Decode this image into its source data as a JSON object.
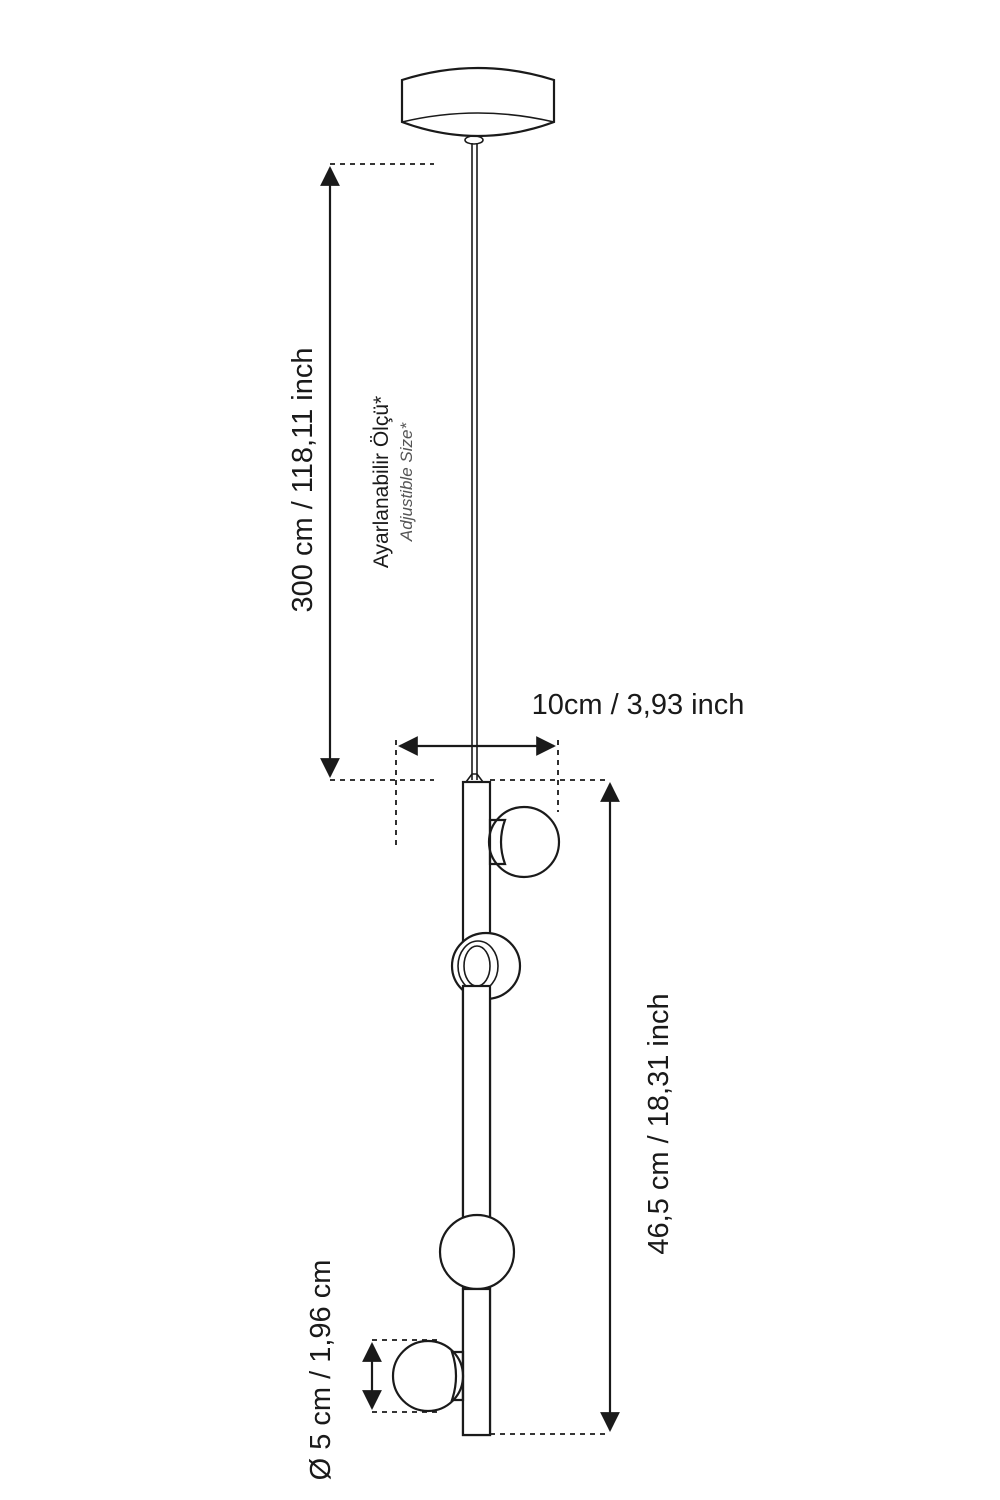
{
  "labels": {
    "cable_length": "300 cm / 118,11 inch",
    "adjustable_tr": "Ayarlanabilir Ölçü*",
    "adjustable_en": "Adjustible Size*",
    "canopy_width": "10cm / 3,93 inch",
    "body_length": "46,5 cm / 18,31 inch",
    "globe_diameter": "Ø 5 cm / 1,96 cm"
  },
  "colors": {
    "ink": "#1a1a1a",
    "paper": "#ffffff",
    "italic": "#555555"
  }
}
